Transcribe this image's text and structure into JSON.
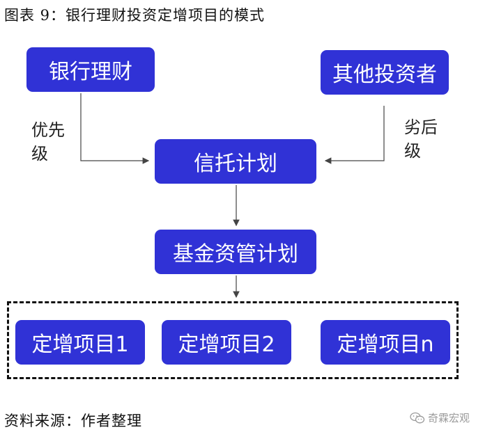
{
  "title": "图表 9：银行理财投资定增项目的模式",
  "nodes": {
    "bank": "银行理财",
    "other": "其他投资者",
    "trust": "信托计划",
    "fund": "基金资管计划",
    "project1": "定增项目1",
    "project2": "定增项目2",
    "projectn": "定增项目n"
  },
  "labels": {
    "priority_line1": "优先",
    "priority_line2": "级",
    "inferior_line1": "劣后",
    "inferior_line2": "级"
  },
  "source": "资料来源：作者整理",
  "watermark": "奇霖宏观",
  "colors": {
    "box": "#3032d6",
    "line": "#444444"
  }
}
